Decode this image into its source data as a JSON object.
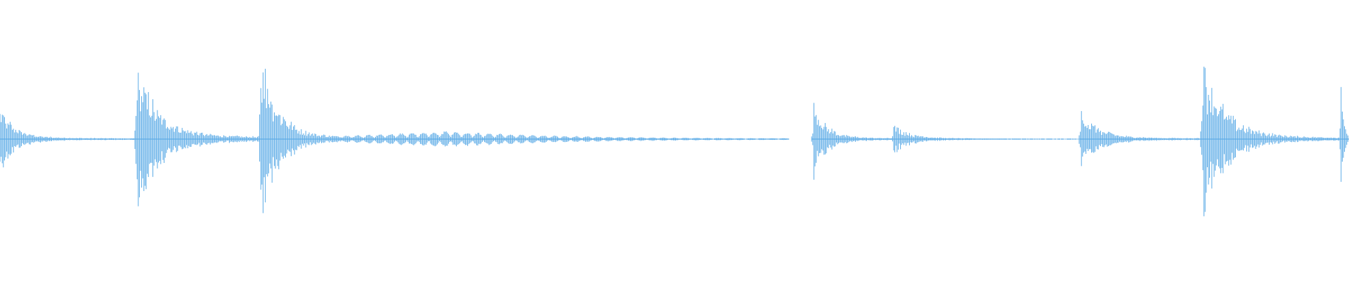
{
  "waveform": {
    "color": "#5aaae6",
    "background": "#ffffff",
    "sound_events": [
      {
        "onset_fraction": 0.0,
        "peak_amplitude": 0.42,
        "decay_fraction": 0.06,
        "tail_level": 0.03
      },
      {
        "onset_fraction": 0.101,
        "peak_amplitude": 1.0,
        "decay_fraction": 0.09,
        "tail_level": 0.06
      },
      {
        "onset_fraction": 0.193,
        "peak_amplitude": 1.22,
        "decay_fraction": 0.07,
        "tail_level": 0.05
      },
      {
        "onset_fraction": 0.603,
        "peak_amplitude": 0.54,
        "decay_fraction": 0.05,
        "tail_level": 0.03
      },
      {
        "onset_fraction": 0.662,
        "peak_amplitude": 0.2,
        "decay_fraction": 0.07,
        "tail_level": 0.015
      },
      {
        "onset_fraction": 0.801,
        "peak_amplitude": 0.4,
        "decay_fraction": 0.07,
        "tail_level": 0.03
      },
      {
        "onset_fraction": 0.891,
        "peak_amplitude": 1.1,
        "decay_fraction": 0.09,
        "tail_level": 0.05
      },
      {
        "onset_fraction": 0.994,
        "peak_amplitude": 0.72,
        "decay_fraction": 0.01,
        "tail_level": 0.05
      }
    ],
    "resonant_beats": {
      "start_fraction": 0.245,
      "end_fraction": 0.585,
      "lobes": 42,
      "peak_amplitude": 0.1,
      "peak_at_fraction": 0.33
    }
  }
}
